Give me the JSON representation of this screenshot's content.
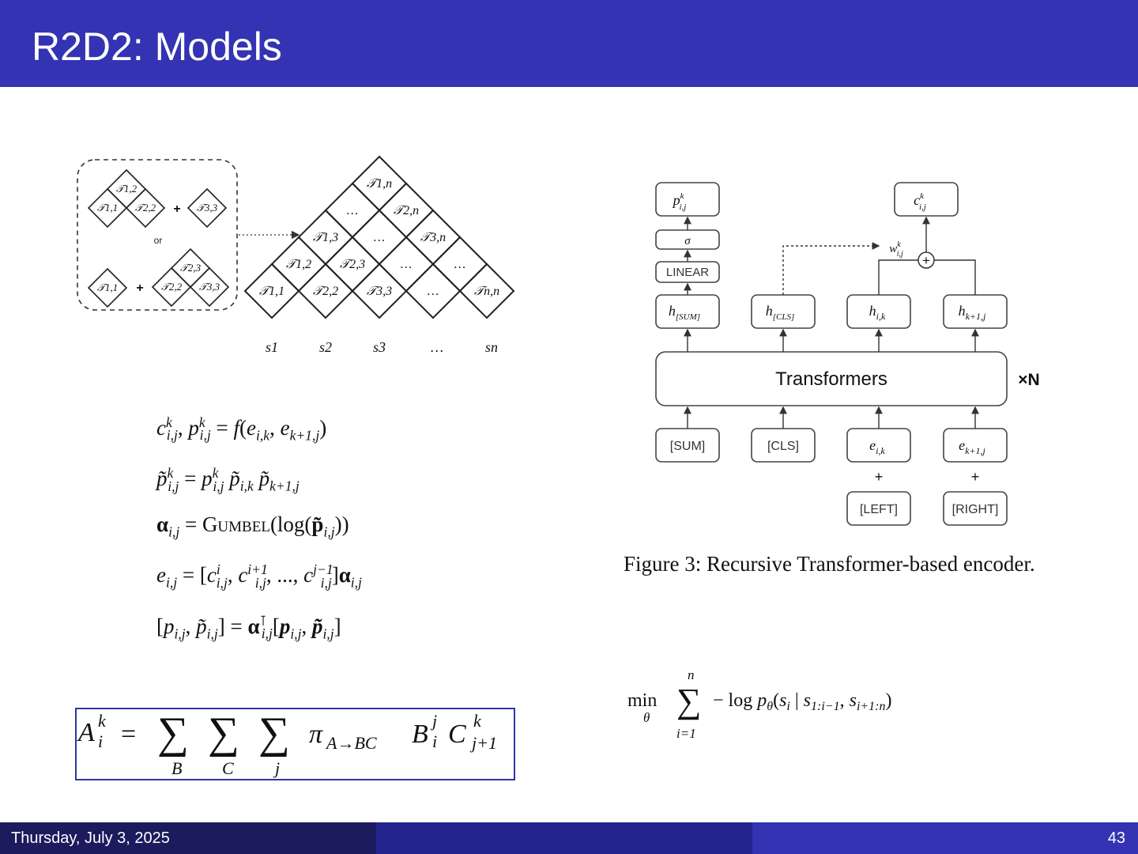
{
  "slide": {
    "title": "R2D2: Models",
    "footer_date": "Thursday, July 3, 2025",
    "page_number": "43"
  },
  "chart_figure": {
    "triangle_labels": [
      "𝒯1,n",
      "…",
      "𝒯2,n",
      "𝒯1,3",
      "…",
      "𝒯3,n",
      "𝒯1,2",
      "𝒯2,3",
      "…",
      "…",
      "𝒯1,1",
      "𝒯2,2",
      "𝒯3,3",
      "…",
      "𝒯n,n"
    ],
    "inset_labels": [
      "𝒯1,2",
      "𝒯1,1",
      "𝒯2,2",
      "𝒯3,3",
      "𝒯2,3",
      "𝒯1,1",
      "𝒯2,2",
      "𝒯3,3"
    ],
    "inset_plus": "+",
    "inset_or": "or",
    "seq_labels": [
      "s1",
      "s2",
      "s3",
      "…",
      "sn"
    ]
  },
  "encoder_figure": {
    "p_out": "p",
    "p_out_sup": "k",
    "p_out_sub": "i,j",
    "c_out": "c",
    "c_out_sup": "k",
    "c_out_sub": "i,j",
    "sigma": "σ",
    "linear": "LINEAR",
    "w": "w",
    "w_sup": "k",
    "w_sub": "i,j",
    "oplus": "+",
    "h_sum": "h",
    "h_sum_sub": "[SUM]",
    "h_cls": "h",
    "h_cls_sub": "[CLS]",
    "h_ik": "h",
    "h_ik_sub": "i,k",
    "h_k1j": "h",
    "h_k1j_sub": "k+1,j",
    "transformers": "Transformers",
    "times_n": "×N",
    "sum_token": "[SUM]",
    "cls_token": "[CLS]",
    "e_ik": "e",
    "e_ik_sub": "i,k",
    "e_k1j": "e",
    "e_k1j_sub": "k+1,j",
    "plus": "+",
    "left_token": "[LEFT]",
    "right_token": "[RIGHT]",
    "caption": "Figure 3: Recursive Transformer-based encoder."
  },
  "equations": {
    "eq1": "c^k_{i,j}, p^k_{i,j} = f(e_{i,k}, e_{k+1,j})",
    "eq2": "p̃^k_{i,j} = p^k_{i,j} p̃_{i,k} p̃_{k+1,j}",
    "eq3": "α_{i,j} = GUMBEL(log(p̃_{i,j}))",
    "eq4": "e_{i,j} = [c^i_{i,j}, c^{i+1}_{i,j}, ..., c^{j-1}_{i,j}] α_{i,j}",
    "eq5": "[p_{i,j}, p̃_{i,j}] = α^T_{i,j} [p_{i,j}, p̃_{i,j}]"
  },
  "inside_formula": "A^k_i = Σ_B Σ_C Σ_j π_{A→BC} B^j_i C^k_{j+1}",
  "loss_formula": "min_θ Σ_{i=1}^{n} − log p_θ(s_i | s_{1:i−1}, s_{i+1:n})"
}
